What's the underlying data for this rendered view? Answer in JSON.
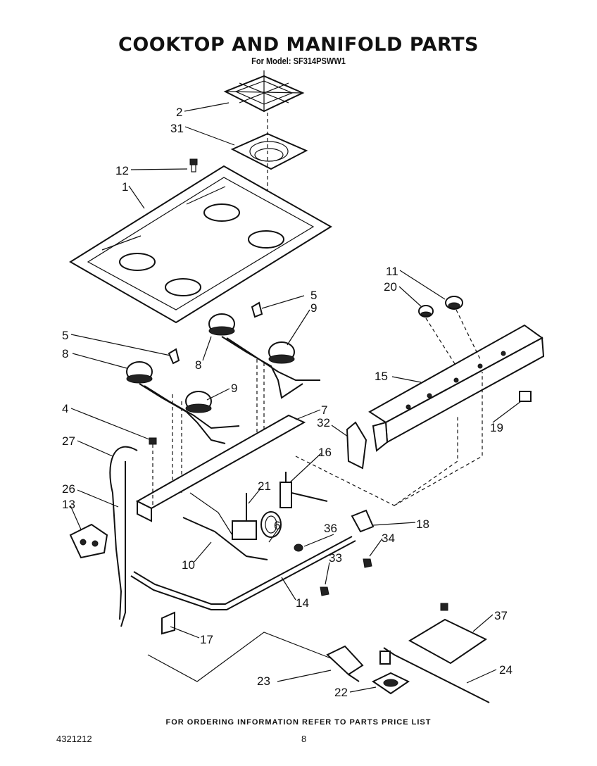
{
  "header": {
    "title": "COOKTOP AND MANIFOLD PARTS",
    "subtitle": "For Model: SF314PSWW1"
  },
  "callouts": [
    "2",
    "31",
    "12",
    "1",
    "5",
    "9",
    "11",
    "20",
    "5",
    "8",
    "8",
    "9",
    "15",
    "7",
    "32",
    "19",
    "4",
    "27",
    "16",
    "21",
    "26",
    "13",
    "6",
    "36",
    "18",
    "34",
    "10",
    "33",
    "14",
    "17",
    "37",
    "23",
    "24",
    "22"
  ],
  "footer": {
    "note": "FOR ORDERING INFORMATION REFER TO PARTS PRICE LIST",
    "doc_number": "4321212",
    "page_number": "8"
  }
}
